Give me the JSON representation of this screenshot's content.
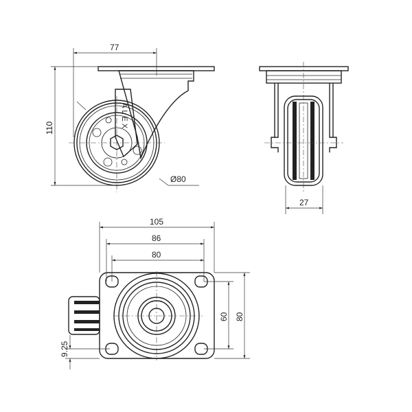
{
  "title": "Swivel caster technical drawing",
  "brand": "ALEX",
  "side_view": {
    "width_dim": "77",
    "height_dim": "110",
    "diameter_dim": "Ø80"
  },
  "front_view": {
    "wheel_width_dim": "27"
  },
  "top_view": {
    "plate_length_dim": "105",
    "hole_outer_dim": "86",
    "hole_spacing_dim": "80",
    "hole_spacing_vertical_dim": "60",
    "plate_width_dim": "80",
    "offset_dim": "9.25"
  }
}
